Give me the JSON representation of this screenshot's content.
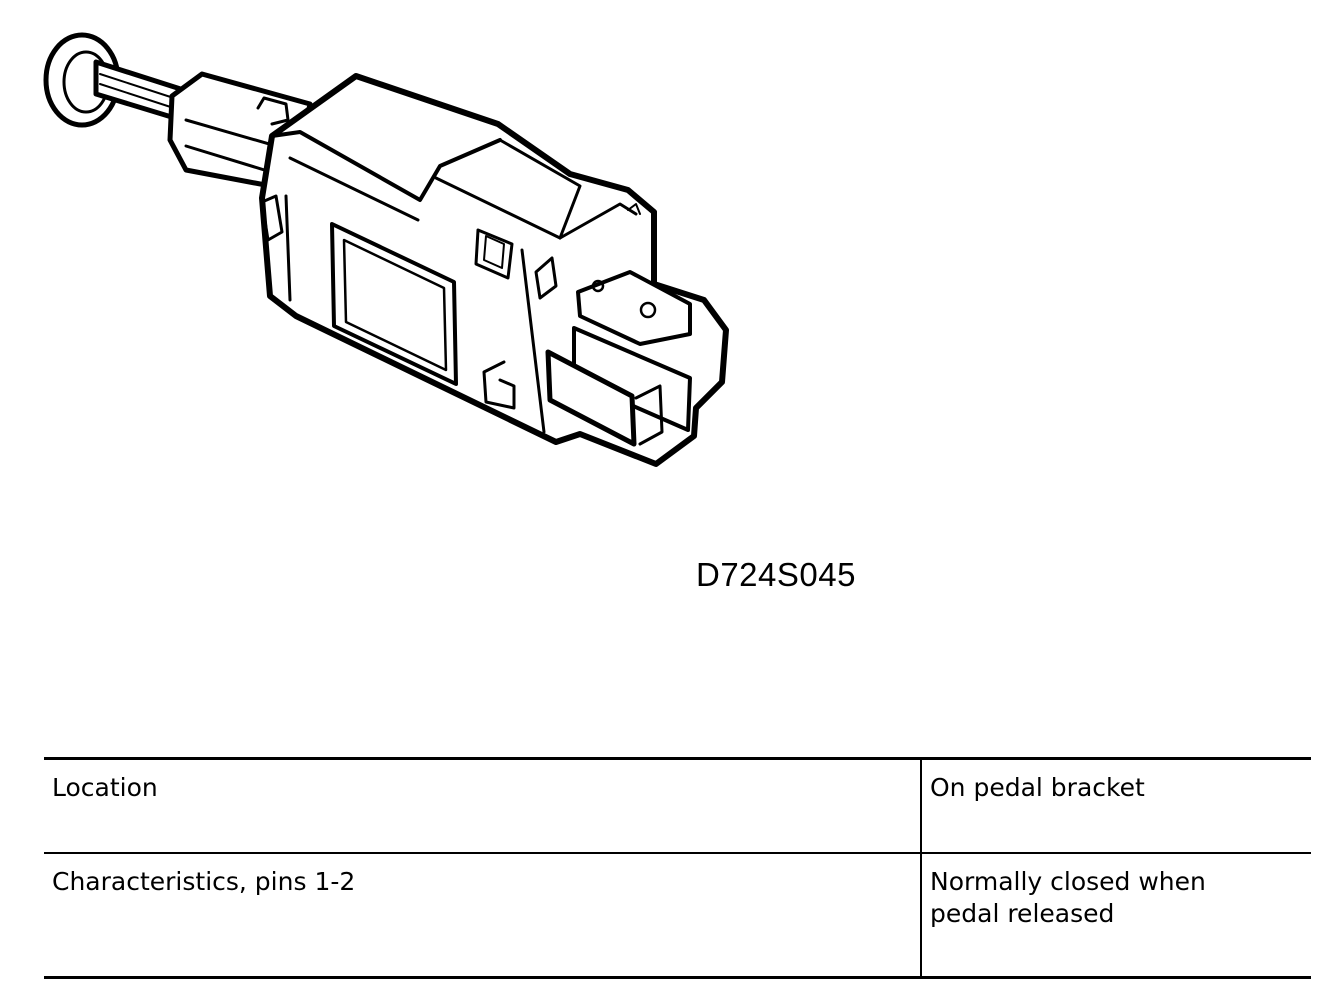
{
  "figure": {
    "component_icon": "pedal-switch-illustration",
    "code": "D724S045"
  },
  "spec_table": {
    "rows": [
      {
        "label": "Location",
        "value": "On pedal bracket"
      },
      {
        "label": "Characteristics, pins 1-2",
        "value": "Normally closed when\npedal released"
      }
    ]
  }
}
